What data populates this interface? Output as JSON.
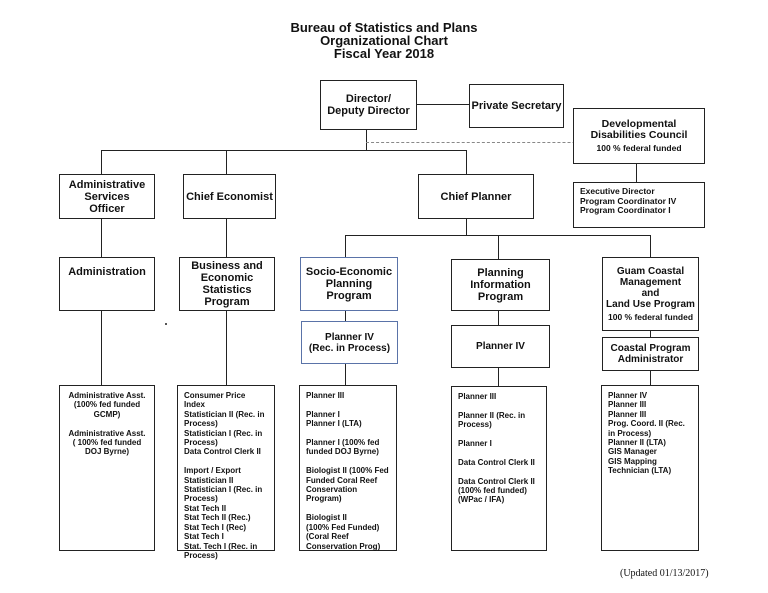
{
  "header": {
    "line1": "Bureau of Statistics and Plans",
    "line2": "Organizational Chart",
    "line3": "Fiscal Year 2018"
  },
  "boxes": {
    "director": "Director/\nDeputy Director",
    "private_secretary": "Private Secretary",
    "ddc_title": "Developmental\nDisabilities Council",
    "ddc_note": "100 % federal funded",
    "ddc_staff": "Executive Director\nProgram Coordinator IV\nProgram Coordinator I",
    "admin_officer": "Administrative\nServices\nOfficer",
    "chief_economist": "Chief Economist",
    "chief_planner": "Chief Planner",
    "administration": "Administration",
    "business_econ": "Business and\nEconomic\nStatistics\nProgram",
    "socio_econ": "Socio-Economic\nPlanning\nProgram",
    "planning_info": "Planning\nInformation\nProgram",
    "guam_coastal": "Guam Coastal\nManagement\nand\nLand Use Program",
    "guam_coastal_note": "100 % federal funded",
    "planner_iv_socio": "Planner IV\n(Rec. in Process)",
    "planner_iv_info": "Planner IV",
    "coastal_admin": "Coastal Program\nAdministrator"
  },
  "lists": {
    "admin_staff": "Administrative Asst.\n(100% fed funded\nGCMP)\n\nAdministrative Asst.\n( 100% fed funded\nDOJ Byrne)",
    "business_staff": "Consumer Price Index\nStatistician II (Rec. in\nProcess)\nStatistician I (Rec. in\nProcess)\nData Control Clerk II\n\nImport / Export\nStatistician II\nStatistician I (Rec. in\nProcess)\nStat Tech II\nStat Tech II (Rec.)\nStat Tech I (Rec)\nStat Tech I\nStat. Tech I (Rec. in\nProcess)",
    "socio_staff": "Planner III\n\nPlanner I\nPlanner I (LTA)\n\nPlanner I  (100% fed\nfunded DOJ Byrne)\n\nBiologist II (100% Fed\nFunded Coral Reef\nConservation\nProgram)\n\nBiologist II\n(100% Fed Funded)\n(Coral Reef\nConservation Prog)",
    "info_staff": "Planner III\n\nPlanner II (Rec. in\nProcess)\n\nPlanner I\n\nData Control Clerk II\n\nData Control Clerk II\n(100% fed funded)\n(WPac / IFA)",
    "coastal_staff": "Planner IV\nPlanner III\nPlanner III\nProg. Coord. II (Rec.\nin Process)\nPlanner II (LTA)\nGIS Manager\nGIS Mapping\nTechnician (LTA)"
  },
  "footer": {
    "updated": "(Updated 01/13/2017)"
  }
}
